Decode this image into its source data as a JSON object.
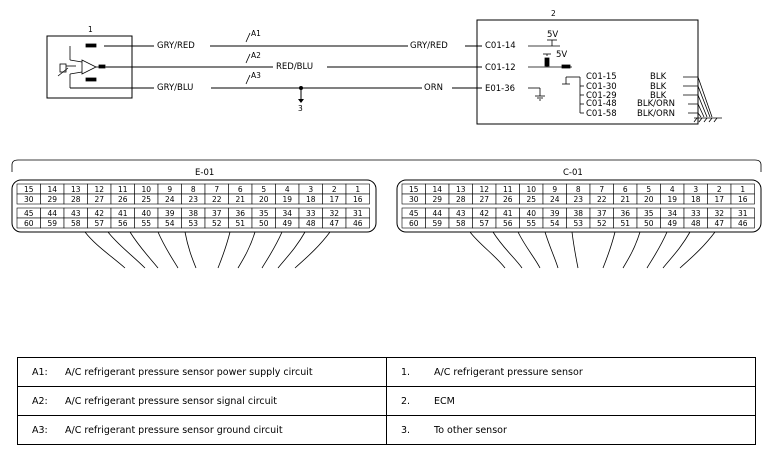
{
  "diagram": {
    "component_numbers": {
      "sensor": "1",
      "ecm": "2",
      "other": "3"
    },
    "circuits": {
      "a1": {
        "id": "A1",
        "color": "GRY/RED"
      },
      "a2": {
        "id": "A2",
        "color": "RED/BLU"
      },
      "a3": {
        "id": "A3",
        "color": "GRY/BLU"
      }
    },
    "ecm_terminals": {
      "c01_14": {
        "label": "C01-14",
        "wire": "GRY/RED"
      },
      "c01_12": {
        "label": "C01-12"
      },
      "e01_36": {
        "label": "E01-36",
        "wire": "ORN"
      },
      "supply_5v_a": "5V",
      "supply_5v_b": "5V"
    },
    "ground_pins": [
      {
        "label": "C01-15",
        "wire": "BLK"
      },
      {
        "label": "C01-30",
        "wire": "BLK"
      },
      {
        "label": "C01-29",
        "wire": "BLK"
      },
      {
        "label": "C01-48",
        "wire": "BLK/ORN"
      },
      {
        "label": "C01-58",
        "wire": "BLK/ORN"
      }
    ],
    "connectors": {
      "left_title": "E-01",
      "right_title": "C-01",
      "rows": [
        [
          "15",
          "14",
          "13",
          "12",
          "11",
          "10",
          "9",
          "8",
          "7",
          "6",
          "5",
          "4",
          "3",
          "2",
          "1"
        ],
        [
          "30",
          "29",
          "28",
          "27",
          "26",
          "25",
          "24",
          "23",
          "22",
          "21",
          "20",
          "19",
          "18",
          "17",
          "16"
        ],
        [
          "45",
          "44",
          "43",
          "42",
          "41",
          "40",
          "39",
          "38",
          "37",
          "36",
          "35",
          "34",
          "33",
          "32",
          "31"
        ],
        [
          "60",
          "59",
          "58",
          "57",
          "56",
          "55",
          "54",
          "53",
          "52",
          "51",
          "50",
          "49",
          "48",
          "47",
          "46"
        ]
      ]
    }
  },
  "legend": [
    {
      "code": "A1:",
      "text": "A/C refrigerant pressure sensor power supply circuit",
      "num": "1.",
      "desc": "A/C refrigerant pressure sensor"
    },
    {
      "code": "A2:",
      "text": "A/C refrigerant pressure sensor signal circuit",
      "num": "2.",
      "desc": "ECM"
    },
    {
      "code": "A3:",
      "text": "A/C refrigerant pressure sensor ground circuit",
      "num": "3.",
      "desc": "To other sensor"
    }
  ]
}
